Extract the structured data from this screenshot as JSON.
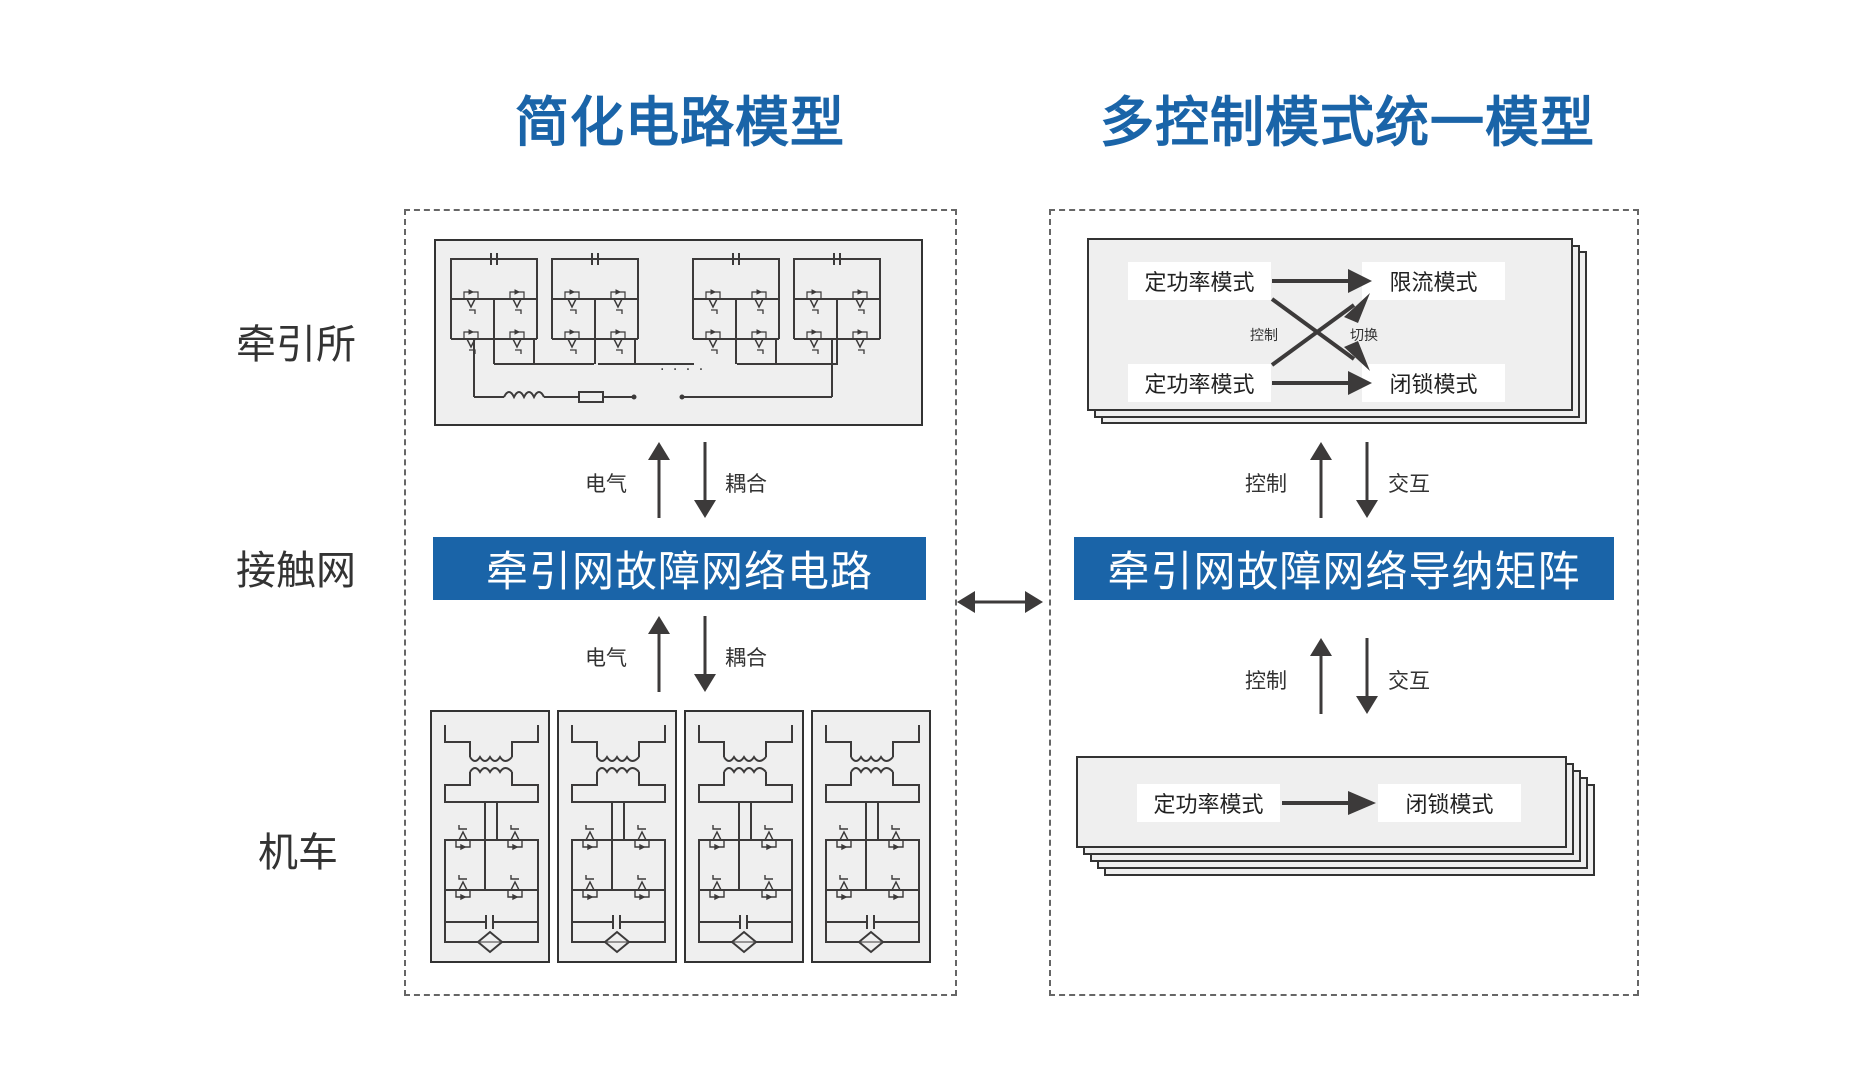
{
  "titles": {
    "left": "简化电路模型",
    "right": "多控制模式统一模型"
  },
  "row_labels": {
    "substation": "牵引所",
    "catenary": "接触网",
    "locomotive": "机车"
  },
  "left_panel": {
    "center_bar": "牵引网故障网络电路",
    "upper_arrows": {
      "up_label": "电气",
      "down_label": "耦合"
    },
    "lower_arrows": {
      "up_label": "电气",
      "down_label": "耦合"
    },
    "substation_circuit_ellipsis": "· · · ·",
    "locomotive_circuit_count": 4
  },
  "right_panel": {
    "center_bar": "牵引网故障网络导纳矩阵",
    "upper_arrows": {
      "up_label": "控制",
      "down_label": "交互"
    },
    "lower_arrows": {
      "up_label": "控制",
      "down_label": "交互"
    },
    "upper_stack": {
      "source_top": "定功率模式",
      "source_bottom": "定功率模式",
      "target_top": "限流模式",
      "target_bottom": "闭锁模式",
      "cross_left_label": "控制",
      "cross_right_label": "切换"
    },
    "lower_stack": {
      "source": "定功率模式",
      "target": "闭锁模式"
    }
  },
  "colors": {
    "accent_blue": "#1a64a8",
    "panel_gray": "#efefef",
    "line_dark": "#3c3a3a"
  }
}
